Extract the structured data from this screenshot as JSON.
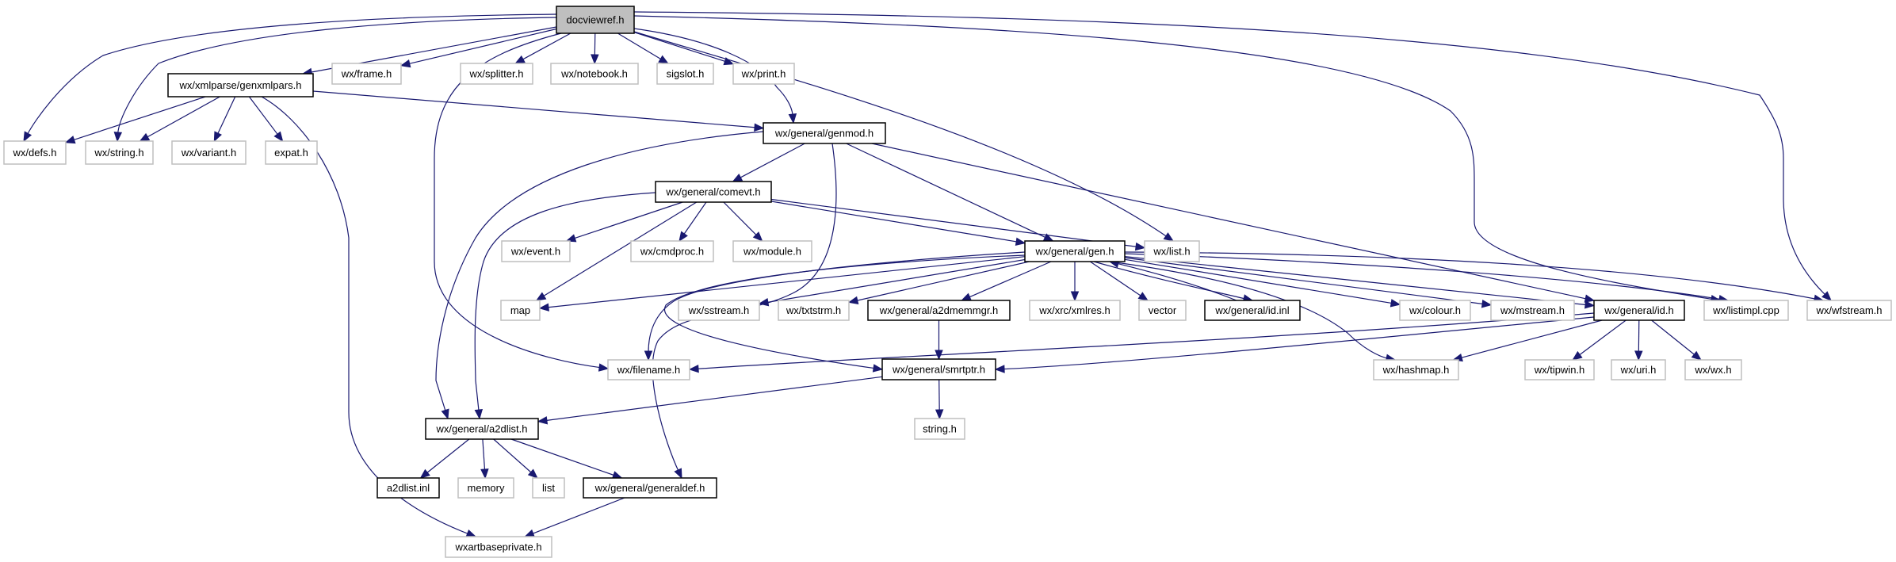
{
  "title": "docviewref.h",
  "colors": {
    "edge": "#191970",
    "root_fill": "#bfbfbf",
    "doc_border": "#000000",
    "plain_border": "#bfbfbf"
  },
  "nodes": {
    "docviewref": {
      "label": "docviewref.h",
      "kind": "root"
    },
    "genxmlpars": {
      "label": "wx/xmlparse/genxmlpars.h",
      "kind": "documented"
    },
    "frame": {
      "label": "wx/frame.h",
      "kind": "external"
    },
    "splitter": {
      "label": "wx/splitter.h",
      "kind": "external"
    },
    "notebook": {
      "label": "wx/notebook.h",
      "kind": "external"
    },
    "sigslot": {
      "label": "sigslot.h",
      "kind": "external"
    },
    "print": {
      "label": "wx/print.h",
      "kind": "external"
    },
    "defs": {
      "label": "wx/defs.h",
      "kind": "external"
    },
    "string": {
      "label": "wx/string.h",
      "kind": "external"
    },
    "variant": {
      "label": "wx/variant.h",
      "kind": "external"
    },
    "expat": {
      "label": "expat.h",
      "kind": "external"
    },
    "genmod": {
      "label": "wx/general/genmod.h",
      "kind": "documented"
    },
    "comevt": {
      "label": "wx/general/comevt.h",
      "kind": "documented"
    },
    "event": {
      "label": "wx/event.h",
      "kind": "external"
    },
    "cmdproc": {
      "label": "wx/cmdproc.h",
      "kind": "external"
    },
    "module": {
      "label": "wx/module.h",
      "kind": "external"
    },
    "gen": {
      "label": "wx/general/gen.h",
      "kind": "documented"
    },
    "list_h": {
      "label": "wx/list.h",
      "kind": "external"
    },
    "map": {
      "label": "map",
      "kind": "external"
    },
    "sstream": {
      "label": "wx/sstream.h",
      "kind": "external"
    },
    "txtstrm": {
      "label": "wx/txtstrm.h",
      "kind": "external"
    },
    "a2dmemmgr": {
      "label": "wx/general/a2dmemmgr.h",
      "kind": "documented"
    },
    "xmlres": {
      "label": "wx/xrc/xmlres.h",
      "kind": "external"
    },
    "vector": {
      "label": "vector",
      "kind": "external"
    },
    "idinl": {
      "label": "wx/general/id.inl",
      "kind": "documented"
    },
    "colour": {
      "label": "wx/colour.h",
      "kind": "external"
    },
    "mstream": {
      "label": "wx/mstream.h",
      "kind": "external"
    },
    "idh": {
      "label": "wx/general/id.h",
      "kind": "documented"
    },
    "listimpl": {
      "label": "wx/listimpl.cpp",
      "kind": "external"
    },
    "wfstream": {
      "label": "wx/wfstream.h",
      "kind": "external"
    },
    "filename": {
      "label": "wx/filename.h",
      "kind": "external"
    },
    "smrtptr": {
      "label": "wx/general/smrtptr.h",
      "kind": "documented"
    },
    "hashmap": {
      "label": "wx/hashmap.h",
      "kind": "external"
    },
    "tipwin": {
      "label": "wx/tipwin.h",
      "kind": "external"
    },
    "uri": {
      "label": "wx/uri.h",
      "kind": "external"
    },
    "wxh": {
      "label": "wx/wx.h",
      "kind": "external"
    },
    "a2dlist": {
      "label": "wx/general/a2dlist.h",
      "kind": "documented"
    },
    "stringh": {
      "label": "string.h",
      "kind": "external"
    },
    "a2dlistinl": {
      "label": "a2dlist.inl",
      "kind": "documented"
    },
    "memory": {
      "label": "memory",
      "kind": "external"
    },
    "list": {
      "label": "list",
      "kind": "external"
    },
    "generaldef": {
      "label": "wx/general/generaldef.h",
      "kind": "documented"
    },
    "wxartbaseprivate": {
      "label": "wxartbaseprivate.h",
      "kind": "external"
    }
  },
  "edges": [
    [
      "docviewref",
      "genxmlpars"
    ],
    [
      "docviewref",
      "frame"
    ],
    [
      "docviewref",
      "splitter"
    ],
    [
      "docviewref",
      "notebook"
    ],
    [
      "docviewref",
      "sigslot"
    ],
    [
      "docviewref",
      "print"
    ],
    [
      "docviewref",
      "defs"
    ],
    [
      "docviewref",
      "string"
    ],
    [
      "docviewref",
      "genmod"
    ],
    [
      "docviewref",
      "list_h"
    ],
    [
      "docviewref",
      "filename"
    ],
    [
      "docviewref",
      "listimpl"
    ],
    [
      "docviewref",
      "wfstream"
    ],
    [
      "genxmlpars",
      "defs"
    ],
    [
      "genxmlpars",
      "string"
    ],
    [
      "genxmlpars",
      "variant"
    ],
    [
      "genxmlpars",
      "expat"
    ],
    [
      "genxmlpars",
      "genmod"
    ],
    [
      "genxmlpars",
      "wxartbaseprivate"
    ],
    [
      "genmod",
      "comevt"
    ],
    [
      "genmod",
      "gen"
    ],
    [
      "genmod",
      "idh"
    ],
    [
      "genmod",
      "a2dlist"
    ],
    [
      "genmod",
      "generaldef"
    ],
    [
      "comevt",
      "event"
    ],
    [
      "comevt",
      "cmdproc"
    ],
    [
      "comevt",
      "module"
    ],
    [
      "comevt",
      "map"
    ],
    [
      "comevt",
      "gen"
    ],
    [
      "comevt",
      "list_h"
    ],
    [
      "comevt",
      "a2dlist"
    ],
    [
      "gen",
      "map"
    ],
    [
      "gen",
      "sstream"
    ],
    [
      "gen",
      "txtstrm"
    ],
    [
      "gen",
      "a2dmemmgr"
    ],
    [
      "gen",
      "xmlres"
    ],
    [
      "gen",
      "vector"
    ],
    [
      "gen",
      "idinl"
    ],
    [
      "gen",
      "colour"
    ],
    [
      "gen",
      "mstream"
    ],
    [
      "gen",
      "idh"
    ],
    [
      "gen",
      "listimpl"
    ],
    [
      "gen",
      "wfstream"
    ],
    [
      "gen",
      "filename"
    ],
    [
      "gen",
      "smrtptr"
    ],
    [
      "gen",
      "hashmap"
    ],
    [
      "idinl",
      "gen"
    ],
    [
      "a2dmemmgr",
      "smrtptr"
    ],
    [
      "idh",
      "filename"
    ],
    [
      "idh",
      "smrtptr"
    ],
    [
      "idh",
      "hashmap"
    ],
    [
      "idh",
      "tipwin"
    ],
    [
      "idh",
      "uri"
    ],
    [
      "idh",
      "wxh"
    ],
    [
      "smrtptr",
      "a2dlist"
    ],
    [
      "smrtptr",
      "stringh"
    ],
    [
      "a2dlist",
      "a2dlistinl"
    ],
    [
      "a2dlist",
      "memory"
    ],
    [
      "a2dlist",
      "list"
    ],
    [
      "a2dlist",
      "generaldef"
    ],
    [
      "generaldef",
      "wxartbaseprivate"
    ]
  ]
}
